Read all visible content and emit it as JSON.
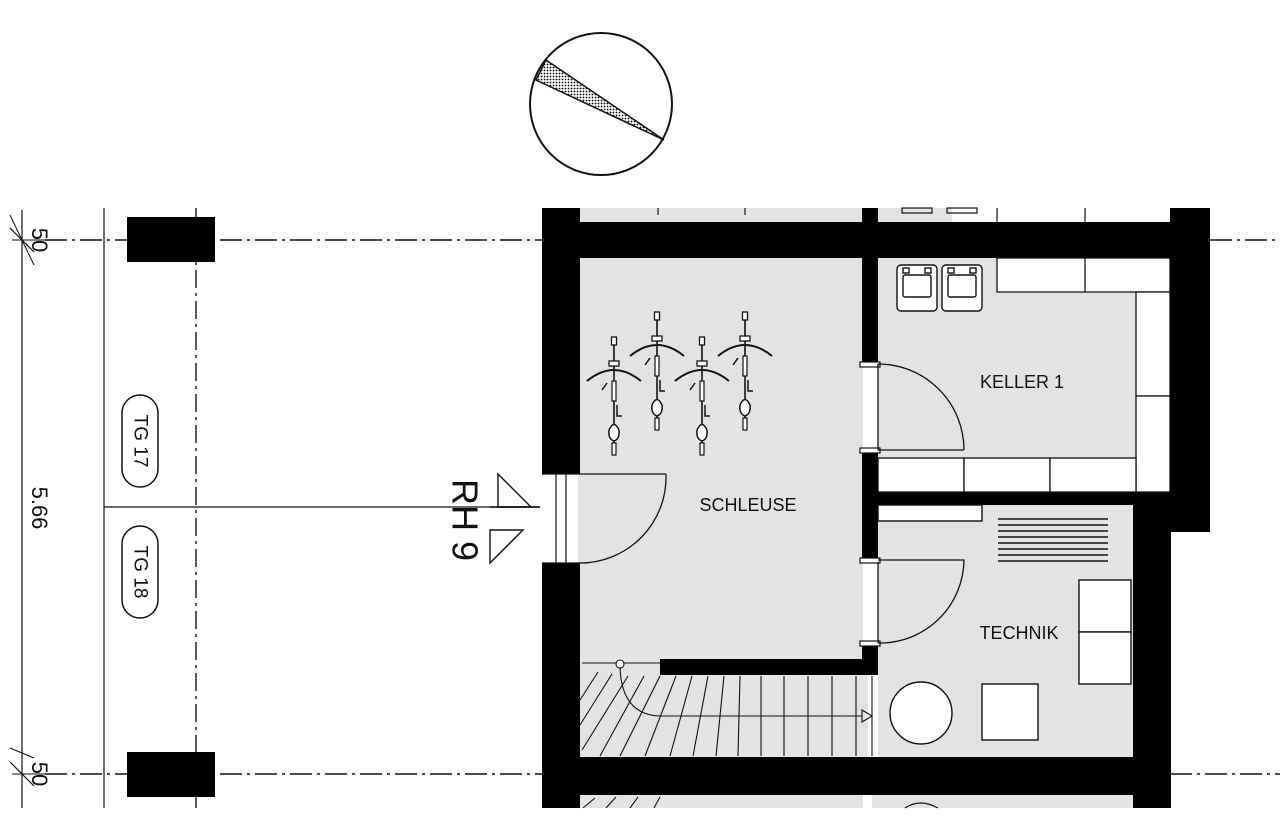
{
  "plan": {
    "rooms": {
      "schleuse": "SCHLEUSE",
      "keller": "KELLER 1",
      "technik": "TECHNIK"
    },
    "house_label": "RH 9",
    "parking": {
      "tg17": "TG 17",
      "tg18": "TG 18"
    },
    "dimensions": {
      "top": "50",
      "middle": "5.66",
      "bottom": "50"
    },
    "colors": {
      "wall": "#000000",
      "floor": "#e3e3e3",
      "line": "#111111",
      "background": "#ffffff"
    },
    "icons": [
      "north-arrow-icon",
      "bicycle-icon",
      "washing-machine-icon",
      "entrance-arrow-icon"
    ]
  }
}
